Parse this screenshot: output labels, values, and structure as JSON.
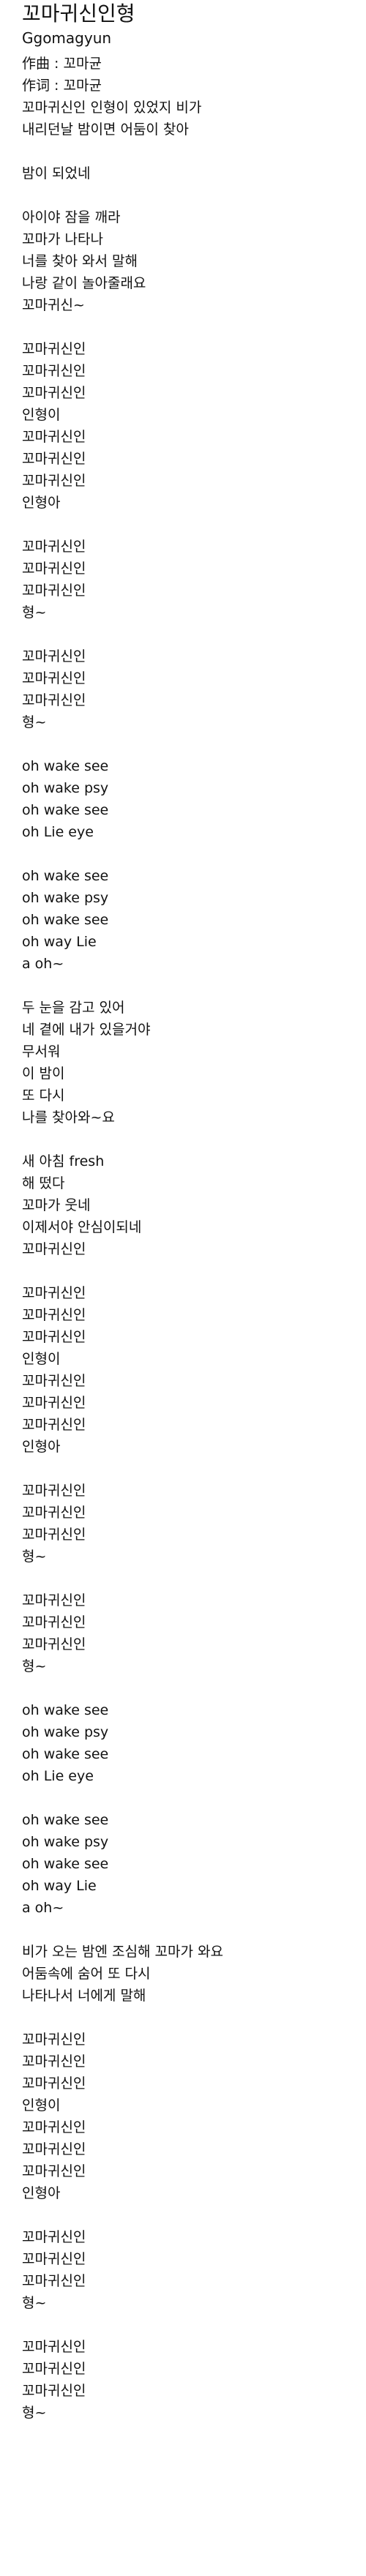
{
  "song": {
    "title": "꼬마귀신인형",
    "artist": "Ggomagyun",
    "composer_label": "作曲 : ",
    "composer": "꼬마균",
    "lyricist_label": "作词 : ",
    "lyricist": "꼬마균"
  },
  "lyrics": [
    [
      "꼬마귀신인 인형이 있었지 비가",
      "내리던날 밤이면 어둠이 찾아"
    ],
    [
      "밤이 되었네"
    ],
    [
      "아이야 잠을 깨라",
      "꼬마가 나타나",
      "너를 찾아 와서 말해",
      "나랑 같이 놀아줄래요",
      "꼬마귀신~"
    ],
    [
      "꼬마귀신인",
      "꼬마귀신인",
      "꼬마귀신인",
      "인형이",
      "꼬마귀신인",
      "꼬마귀신인",
      "꼬마귀신인",
      "인형아"
    ],
    [
      "꼬마귀신인",
      "꼬마귀신인",
      "꼬마귀신인",
      "형~"
    ],
    [
      "꼬마귀신인",
      "꼬마귀신인",
      "꼬마귀신인",
      "형~"
    ],
    [
      "oh wake see",
      "oh wake psy",
      "oh wake see",
      "oh Lie eye"
    ],
    [
      "oh wake see",
      "oh wake psy",
      "oh wake see",
      "oh way Lie",
      "a oh~"
    ],
    [
      "두 눈을 감고 있어",
      "네 곁에 내가 있을거야",
      "무서워",
      "이 밤이",
      "또 다시",
      "나를 찾아와~요"
    ],
    [
      "새 아침 fresh",
      "해 떴다",
      "꼬마가 웃네",
      "이제서야 안심이되네",
      "꼬마귀신인"
    ],
    [
      "꼬마귀신인",
      "꼬마귀신인",
      "꼬마귀신인",
      "인형이",
      "꼬마귀신인",
      "꼬마귀신인",
      "꼬마귀신인",
      "인형아"
    ],
    [
      "꼬마귀신인",
      "꼬마귀신인",
      "꼬마귀신인",
      "형~"
    ],
    [
      "꼬마귀신인",
      "꼬마귀신인",
      "꼬마귀신인",
      "형~"
    ],
    [
      "oh wake see",
      "oh wake psy",
      "oh wake see",
      "oh Lie eye"
    ],
    [
      "oh wake see",
      "oh wake psy",
      "oh wake see",
      "oh way Lie",
      "a oh~"
    ],
    [
      "비가 오는 밤엔 조심해 꼬마가 와요",
      "어둠속에 숨어 또 다시",
      "나타나서 너에게 말해"
    ],
    [
      "꼬마귀신인",
      "꼬마귀신인",
      "꼬마귀신인",
      "인형이",
      "꼬마귀신인",
      "꼬마귀신인",
      "꼬마귀신인",
      "인형아"
    ],
    [
      "꼬마귀신인",
      "꼬마귀신인",
      "꼬마귀신인",
      "형~"
    ],
    [
      "꼬마귀신인",
      "꼬마귀신인",
      "꼬마귀신인",
      "형~"
    ]
  ]
}
